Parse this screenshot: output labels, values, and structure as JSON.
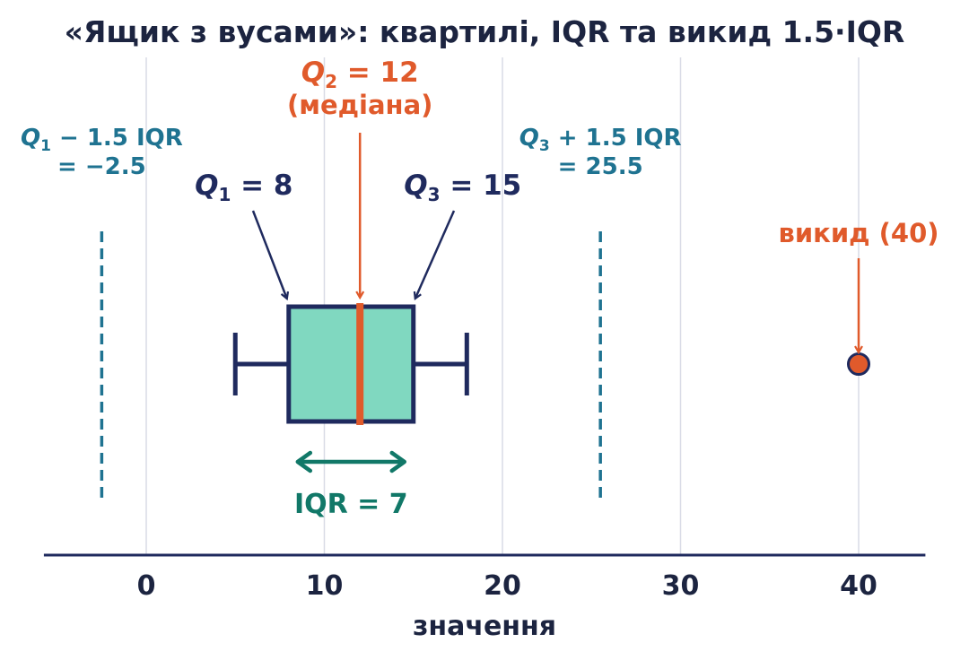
{
  "chart_data": {
    "type": "box",
    "title": "«Ящик з вусами»: квартилі, IQR та викид 1.5·IQR",
    "xlabel": "значення",
    "ylabel": "",
    "xlim": [
      -6,
      44
    ],
    "xticks": [
      0,
      10,
      20,
      30,
      40
    ],
    "xtick_labels": [
      "0",
      "10",
      "20",
      "30",
      "40"
    ],
    "grid": "vertical",
    "box": {
      "q1": 8,
      "median": 12,
      "q3": 15,
      "whisker_low": 5,
      "whisker_high": 18,
      "iqr": 7,
      "lower_fence": -2.5,
      "upper_fence": 25.5
    },
    "outliers": [
      40
    ],
    "annotations": {
      "q1": {
        "sym": "Q",
        "sub": "1",
        "rest": " = 8"
      },
      "q3": {
        "sym": "Q",
        "sub": "3",
        "rest": " = 15"
      },
      "q2": {
        "sym": "Q",
        "sub": "2",
        "rest": " = 12",
        "line2": "(медіана)"
      },
      "lower_fence": {
        "sym": "Q",
        "sub": "1",
        "rest": " − 1.5 IQR",
        "line2": "= −2.5"
      },
      "upper_fence": {
        "sym": "Q",
        "sub": "3",
        "rest": " + 1.5 IQR",
        "line2": "= 25.5"
      },
      "iqr": {
        "label": "IQR  = 7"
      },
      "outlier": {
        "label": "викид (40)"
      }
    }
  },
  "colors": {
    "dark": "#1c2440",
    "navy": "#1f2a5e",
    "orange": "#e05a2b",
    "teal": "#1f7391",
    "green": "#117868",
    "box_fill": "#80d8c0",
    "grid": "#d9dbe6"
  }
}
